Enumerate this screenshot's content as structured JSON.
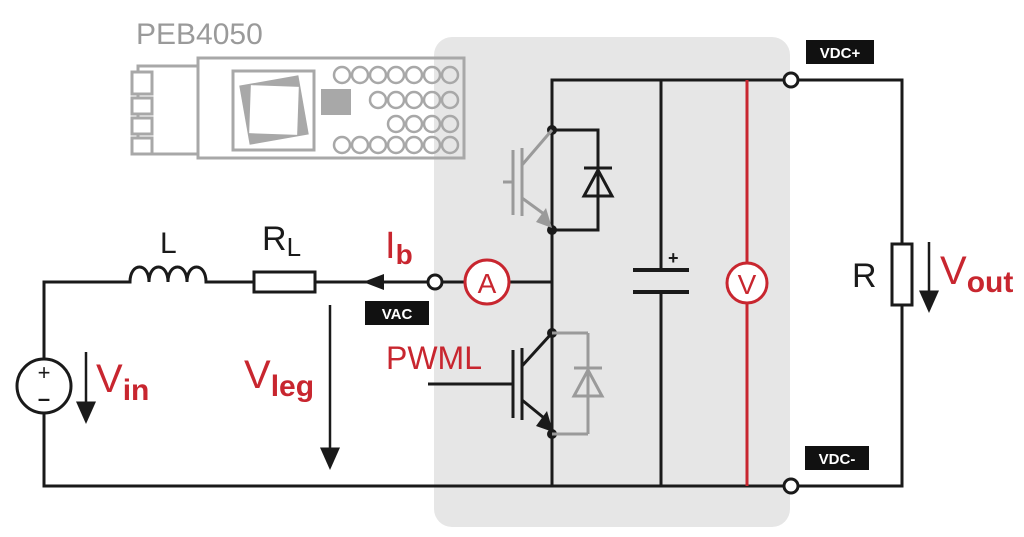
{
  "module_name": "PEB4050",
  "terminals": {
    "vdc_plus": "VDC+",
    "vdc_minus": "VDC-",
    "vac": "VAC"
  },
  "components": {
    "inductor": "L",
    "inductor_resistance": {
      "main": "R",
      "sub": "L"
    },
    "load_resistor": "R",
    "ammeter": "A",
    "voltmeter": "V",
    "source_plus": "+",
    "source_minus": "–",
    "cap_plus": "+"
  },
  "signals": {
    "current": {
      "main": "I",
      "sub": "b"
    },
    "v_in": {
      "main": "V",
      "sub": "in"
    },
    "v_leg": {
      "main": "V",
      "sub": "leg"
    },
    "v_out": {
      "main": "V",
      "sub": "out"
    },
    "pwm": "PWML"
  },
  "colors": {
    "accent": "#c8262f",
    "wire": "#1a1a1a",
    "module_bg": "#e6e6e6",
    "inactive": "#9a9a9a"
  }
}
